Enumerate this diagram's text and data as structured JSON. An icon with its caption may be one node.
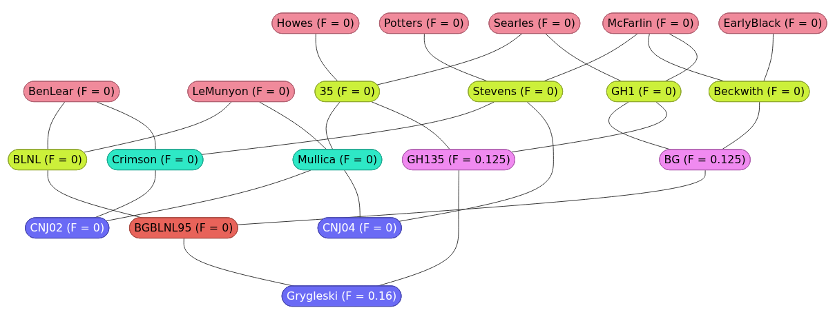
{
  "diagram": {
    "nodes": [
      {
        "text": [
          "BenLear (F = 0)"
        ]
      },
      {
        "text": [
          "LeMunyon (F = 0)"
        ]
      },
      {
        "text": [
          "Potters (F = 0)"
        ]
      },
      {
        "text": [
          "McFarlin (F = 0)"
        ]
      },
      {
        "text": [
          "EarlyBlack (F = 0)"
        ]
      },
      {
        "text": [
          "Howes (F = 0)"
        ]
      },
      {
        "text": [
          "Searles (F = 0)"
        ]
      },
      {
        "text": [
          "BLNL (F = 0)"
        ]
      },
      {
        "text": [
          "Stevens (F = 0)"
        ]
      },
      {
        "text": [
          "Beckwith (F = 0)"
        ]
      },
      {
        "text": [
          "35 (F = 0)"
        ]
      },
      {
        "text": [
          "GH1 (F = 0)"
        ]
      },
      {
        "text": [
          "Crimson (F = 0)"
        ]
      },
      {
        "text": [
          "Mullica (F = 0)"
        ]
      },
      {
        "text": [
          "BG (F = 0.125)"
        ]
      },
      {
        "text": [
          "GH135 (F = 0.125)"
        ]
      },
      {
        "text": [
          "BGBLNL95 (F = 0)"
        ]
      },
      {
        "text": [
          "CNJ02 (F = 0)"
        ]
      },
      {
        "text": [
          "CNJ04 (F = 0)"
        ]
      },
      {
        "text": [
          "Grygleski (F = 0.16)"
        ]
      }
    ],
    "edges": [
      {
        "from": 0,
        "to": 7,
        "arrow": "none"
      },
      {
        "from": 0,
        "to": 12,
        "arrow": "none"
      },
      {
        "from": 1,
        "to": 7,
        "arrow": "none"
      },
      {
        "from": 1,
        "to": 13,
        "arrow": "none"
      },
      {
        "from": 2,
        "to": 8,
        "arrow": "none"
      },
      {
        "from": 3,
        "to": 8,
        "arrow": "none"
      },
      {
        "from": 3,
        "to": 9,
        "arrow": "none"
      },
      {
        "from": 3,
        "to": 11,
        "arrow": "none"
      },
      {
        "from": 4,
        "to": 9,
        "arrow": "none"
      },
      {
        "from": 5,
        "to": 10,
        "arrow": "none"
      },
      {
        "from": 6,
        "to": 10,
        "arrow": "none"
      },
      {
        "from": 6,
        "to": 11,
        "arrow": "none"
      },
      {
        "from": 7,
        "to": 16,
        "arrow": "none"
      },
      {
        "from": 8,
        "to": 12,
        "arrow": "none"
      },
      {
        "from": 8,
        "to": 18,
        "arrow": "none"
      },
      {
        "from": 9,
        "to": 14,
        "arrow": "none"
      },
      {
        "from": 10,
        "to": 13,
        "arrow": "none"
      },
      {
        "from": 10,
        "to": 15,
        "arrow": "none"
      },
      {
        "from": 11,
        "to": 14,
        "arrow": "none"
      },
      {
        "from": 11,
        "to": 15,
        "arrow": "none"
      },
      {
        "from": 12,
        "to": 17,
        "arrow": "none"
      },
      {
        "from": 13,
        "to": 17,
        "arrow": "none"
      },
      {
        "from": 13,
        "to": 18,
        "arrow": "none"
      },
      {
        "from": 14,
        "to": 16,
        "arrow": "none"
      },
      {
        "from": 15,
        "to": 19,
        "arrow": "none"
      },
      {
        "from": 16,
        "to": 19,
        "arrow": "none"
      }
    ]
  }
}
